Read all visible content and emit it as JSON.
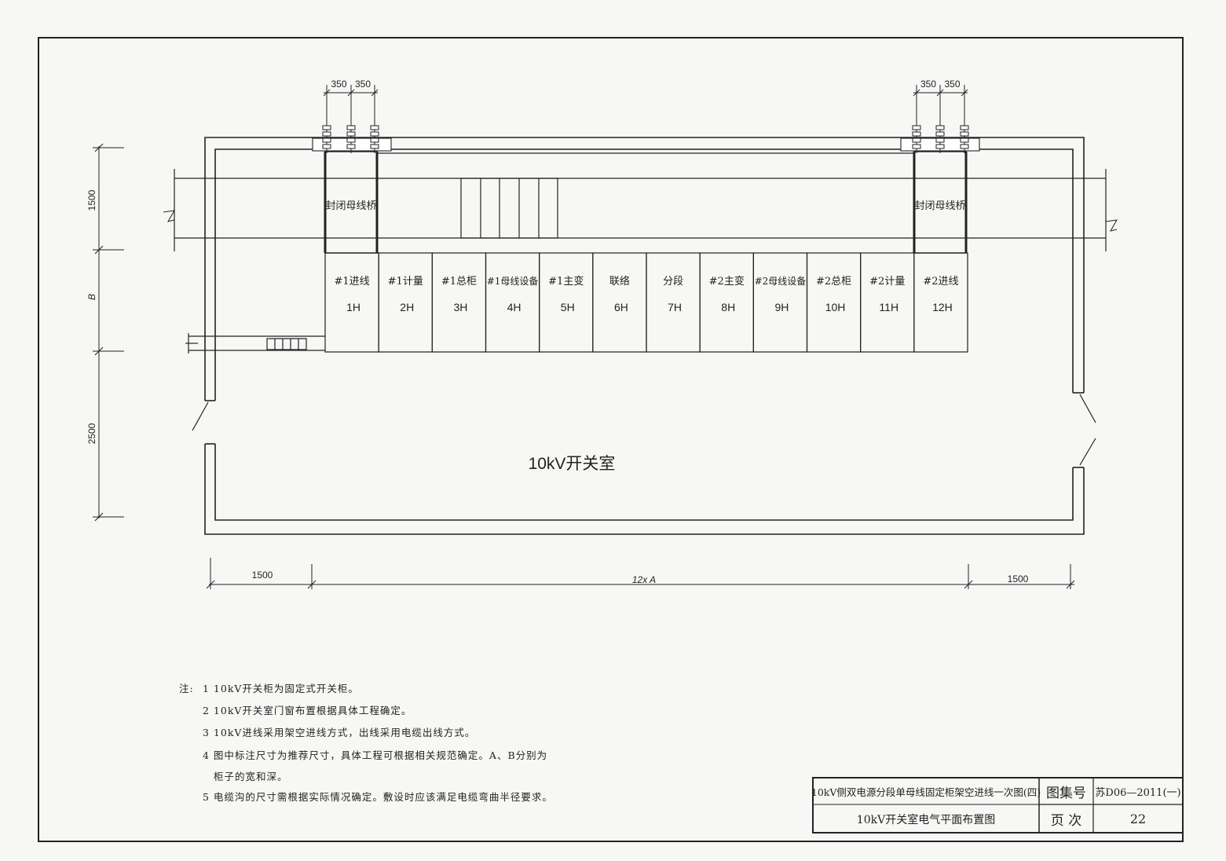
{
  "room_label": "10kV开关室",
  "bus_bridge_label": "封闭母线桥",
  "dimensions": {
    "bridge_spacing": [
      "350",
      "350"
    ],
    "left_vertical": [
      "1500",
      "B",
      "2500"
    ],
    "bottom": [
      "1500",
      "12x A",
      "1500"
    ]
  },
  "cabinets": [
    {
      "name": "#1进线",
      "id": "1H"
    },
    {
      "name": "#1计量",
      "id": "2H"
    },
    {
      "name": "#1总柜",
      "id": "3H"
    },
    {
      "name": "#1母线设备",
      "id": "4H"
    },
    {
      "name": "#1主变",
      "id": "5H"
    },
    {
      "name": "联络",
      "id": "6H"
    },
    {
      "name": "分段",
      "id": "7H"
    },
    {
      "name": "#2主变",
      "id": "8H"
    },
    {
      "name": "#2母线设备",
      "id": "9H"
    },
    {
      "name": "#2总柜",
      "id": "10H"
    },
    {
      "name": "#2计量",
      "id": "11H"
    },
    {
      "name": "#2进线",
      "id": "12H"
    }
  ],
  "notes": {
    "prefix": "注:",
    "items": [
      "1  10kV开关柜为固定式开关柜。",
      "2  10kV开关室门窗布置根据具体工程确定。",
      "3  10kV进线采用架空进线方式，出线采用电缆出线方式。",
      "4  图中标注尺寸为推荐尺寸，具体工程可根据相关规范确定。A、B分别为",
      "柜子的宽和深。",
      "5  电缆沟的尺寸需根据实际情况确定。敷设时应该满足电缆弯曲半径要求。"
    ]
  },
  "title_block": {
    "title_line1": "10kV侧双电源分段单母线固定柜架空进线一次图(四)",
    "title_line2": "10kV开关室电气平面布置图",
    "atlas_label": "图集号",
    "atlas_value": "苏D06—2011(一)",
    "page_label": "页  次",
    "page_value": "22"
  }
}
